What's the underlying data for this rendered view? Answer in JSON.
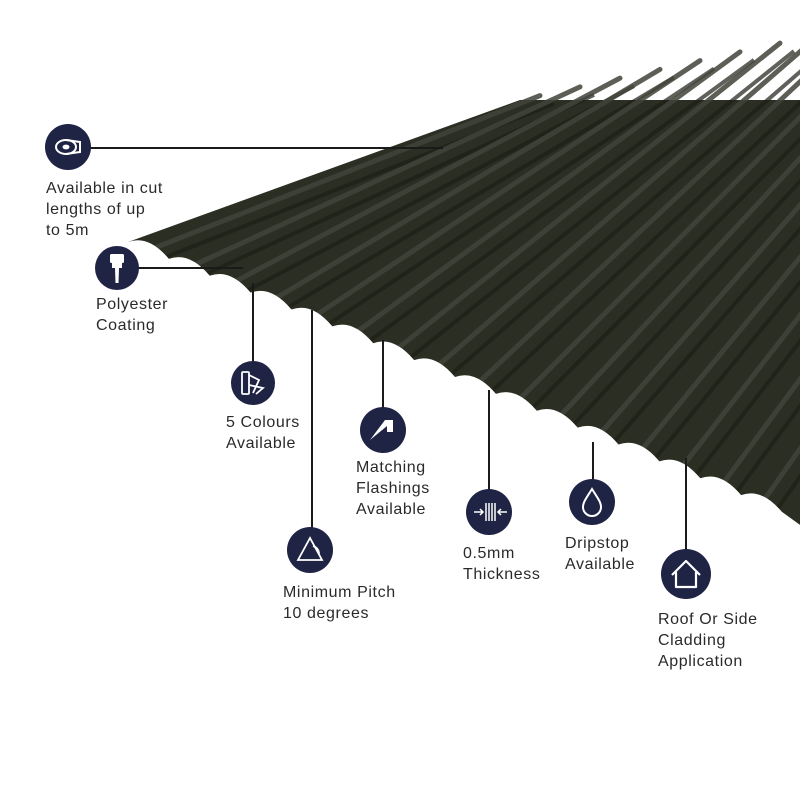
{
  "colors": {
    "sheet": "#2b2e22",
    "sheet_highlight": "#3c3f31",
    "sheet_shadow": "#1c1e16",
    "badge": "#1f2344",
    "line": "#1a1a1a",
    "text": "#2a2a2a"
  },
  "features": [
    {
      "id": "cut-lengths",
      "icon": "tape-measure-icon",
      "lines": [
        "Available in cut",
        "lengths of up",
        "to 5m"
      ]
    },
    {
      "id": "polyester-coating",
      "icon": "paint-brush-icon",
      "lines": [
        "Polyester",
        "Coating"
      ]
    },
    {
      "id": "colours",
      "icon": "colour-swatch-icon",
      "lines": [
        "5 Colours",
        "Available"
      ]
    },
    {
      "id": "minimum-pitch",
      "icon": "pitch-angle-icon",
      "lines": [
        "Minimum Pitch",
        "10 degrees"
      ]
    },
    {
      "id": "flashings",
      "icon": "flashing-icon",
      "lines": [
        "Matching",
        "Flashings",
        "Available"
      ]
    },
    {
      "id": "thickness",
      "icon": "thickness-icon",
      "lines": [
        "0.5mm",
        "Thickness"
      ]
    },
    {
      "id": "dripstop",
      "icon": "water-drop-icon",
      "lines": [
        "Dripstop",
        "Available"
      ]
    },
    {
      "id": "cladding",
      "icon": "house-icon",
      "lines": [
        "Roof Or Side",
        "Cladding",
        "Application"
      ]
    }
  ]
}
